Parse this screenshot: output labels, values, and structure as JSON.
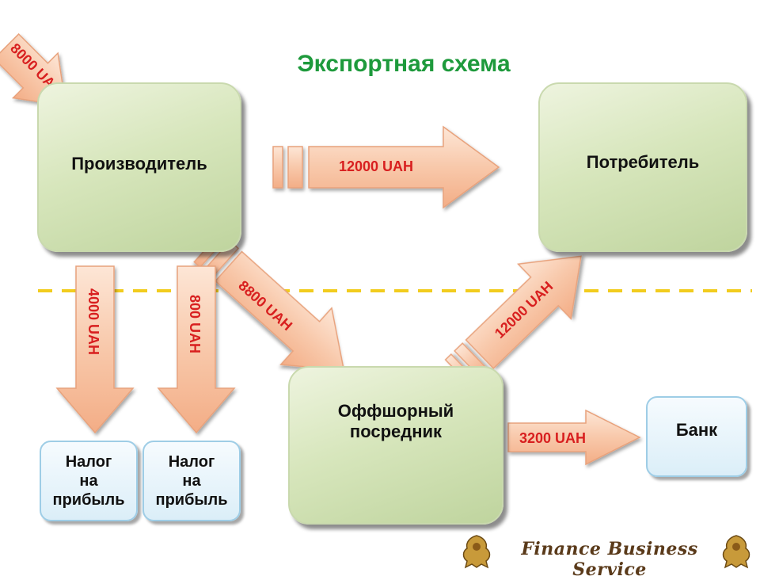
{
  "title": "Экспортная схема",
  "nodes": {
    "producer": "Производитель",
    "consumer": "Потребитель",
    "offshore_line1": "Оффшорный",
    "offshore_line2": "посредник",
    "bank": "Банк",
    "tax1_line1": "Налог",
    "tax1_line2": "на",
    "tax1_line3": "прибыль",
    "tax2_line1": "Налог",
    "tax2_line2": "на",
    "tax2_line3": "прибыль"
  },
  "flows": {
    "incoming": "8000 UAH",
    "producer_to_consumer": "12000 UAH",
    "producer_to_offshore": "8800 UAH",
    "offshore_to_consumer": "12000 UAH",
    "offshore_to_bank": "3200 UAH",
    "tax1": "4000 UAH",
    "tax2": "800 UAH"
  },
  "logo": {
    "text": "Finance Business Service"
  },
  "colors": {
    "title": "#1e9a3c",
    "flow_label": "#d81f1f",
    "arrow_fill": "#f7c6a8",
    "divider": "#f2cc1e"
  }
}
